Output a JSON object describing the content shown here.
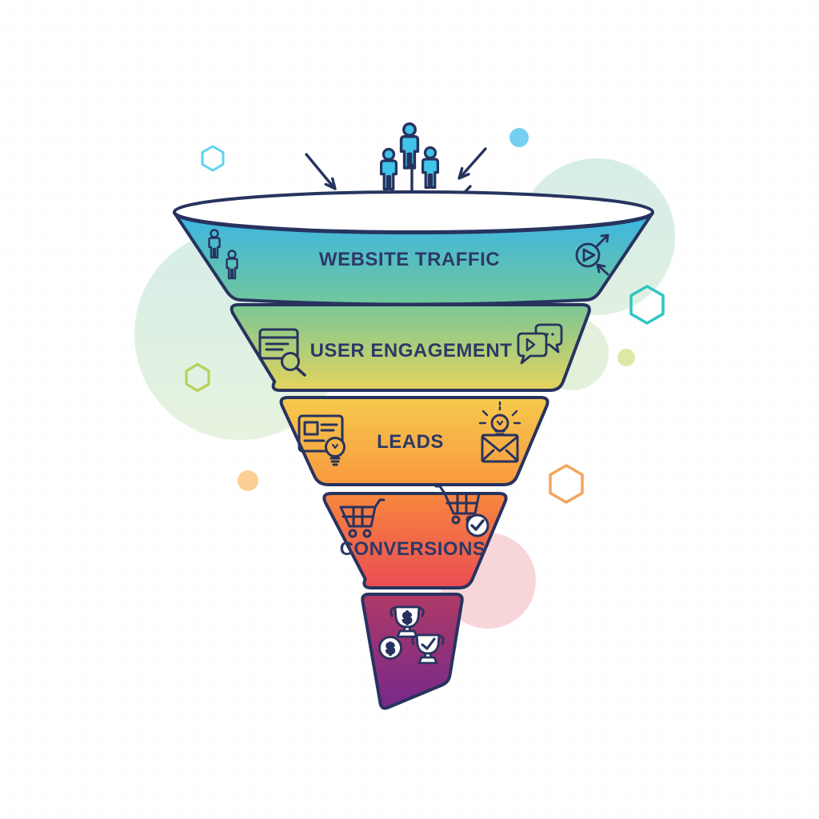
{
  "figure": {
    "type": "marketing-funnel-infographic",
    "colors": {
      "ink": "#27335F",
      "text": "#2C3968",
      "people_fill": "#41C4E9",
      "background": "#FFFFFF"
    },
    "funnel": {
      "stages": [
        {
          "label": "WEBSITE TRAFFIC",
          "color_top": "#3AB5E5",
          "color_bottom": "#72C79C",
          "left_icon": "visitor-outline-icons",
          "right_icon": "video-play-icon"
        },
        {
          "label": "USER ENGAGEMENT",
          "color_top": "#7BC795",
          "color_bottom": "#E5D35E",
          "left_icon": "webpage-search-icon",
          "right_icon": "chat-bubbles-icon"
        },
        {
          "label": "LEADS",
          "color_top": "#F5CA4D",
          "color_bottom": "#F8993E",
          "left_icon": "webpage-idea-icon",
          "right_icon": "email-idea-icon"
        },
        {
          "label": "CONVERSIONS",
          "color_top": "#F8873E",
          "color_bottom": "#EA4C53",
          "left_icon": "shopping-cart-icon",
          "right_icon": "cart-check-icon"
        },
        {
          "label": "",
          "color_top": "#AE3A67",
          "color_bottom": "#76298A",
          "icons": [
            "trophy-dollar-icon",
            "dollar-coin-icon",
            "trophy-check-icon"
          ]
        }
      ]
    },
    "glyphs": {
      "dollar": "$"
    },
    "decorations": {
      "hexagon_colors": {
        "cyan": "#5FD3EE",
        "green": "#B5D258",
        "teal": "#2FC5C1",
        "orange": "#F4A45C"
      },
      "dot_colors": {
        "blue": "#74CFF0",
        "olive": "#DCE8A6",
        "orange": "#FBCF94"
      },
      "blob_colors": {
        "teal": "#D6EDE9",
        "green": "#E7F3DE",
        "pink": "#F7D6DA"
      }
    }
  }
}
